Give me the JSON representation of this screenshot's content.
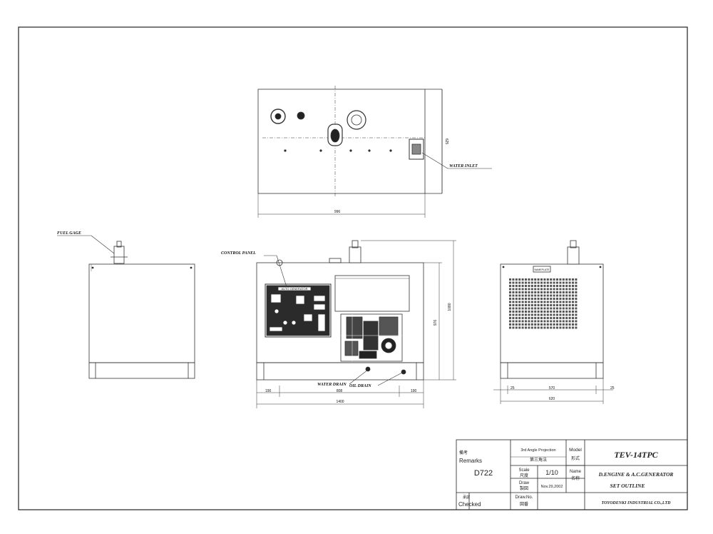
{
  "labels": {
    "water_inlet": "WATER INLET",
    "fuel_gage": "FUEL GAGE",
    "control_panel": "CONTROL PANEL",
    "water_drain": "WATER DRAIN",
    "oil_drain": "OIL DRAIN"
  },
  "dimensions": {
    "top_width": "996",
    "top_depth": "625",
    "front_left": "190",
    "front_mid": "808",
    "front_right": "190",
    "front_total": "1400",
    "front_height": "976",
    "front_overall_height": "1080",
    "side_left": "25",
    "side_mid": "570",
    "side_right": "25",
    "side_total": "620"
  },
  "title_block": {
    "remarks_jp": "備考",
    "remarks": "Remarks",
    "remarks_value": "D722",
    "checked_jp": "承認",
    "checked": "Checked",
    "projection_en": "3rd Angle Projection",
    "projection_jp": "第三角法",
    "scale_en": "Scale",
    "scale_jp": "尺度",
    "scale_value": "1/10",
    "draw_en": "Draw",
    "draw_jp": "製図",
    "draw_value": "Nov.29,2002",
    "drawno_en": "Draw.No.",
    "drawno_jp": "図番",
    "model_en": "Model",
    "model_jp": "形式",
    "model_value": "TEV-14TPC",
    "name_en": "Name",
    "name_jp": "名称",
    "name_line1": "D.ENGINE & A.C.GENERATOR",
    "name_line2": "SET OUTLINE",
    "company": "TOYODENKI INDUSTRIAL CO.,LTD"
  },
  "control_panel_plate": "AUTO GENERATOR",
  "side_plate": "NAMEPLATE"
}
